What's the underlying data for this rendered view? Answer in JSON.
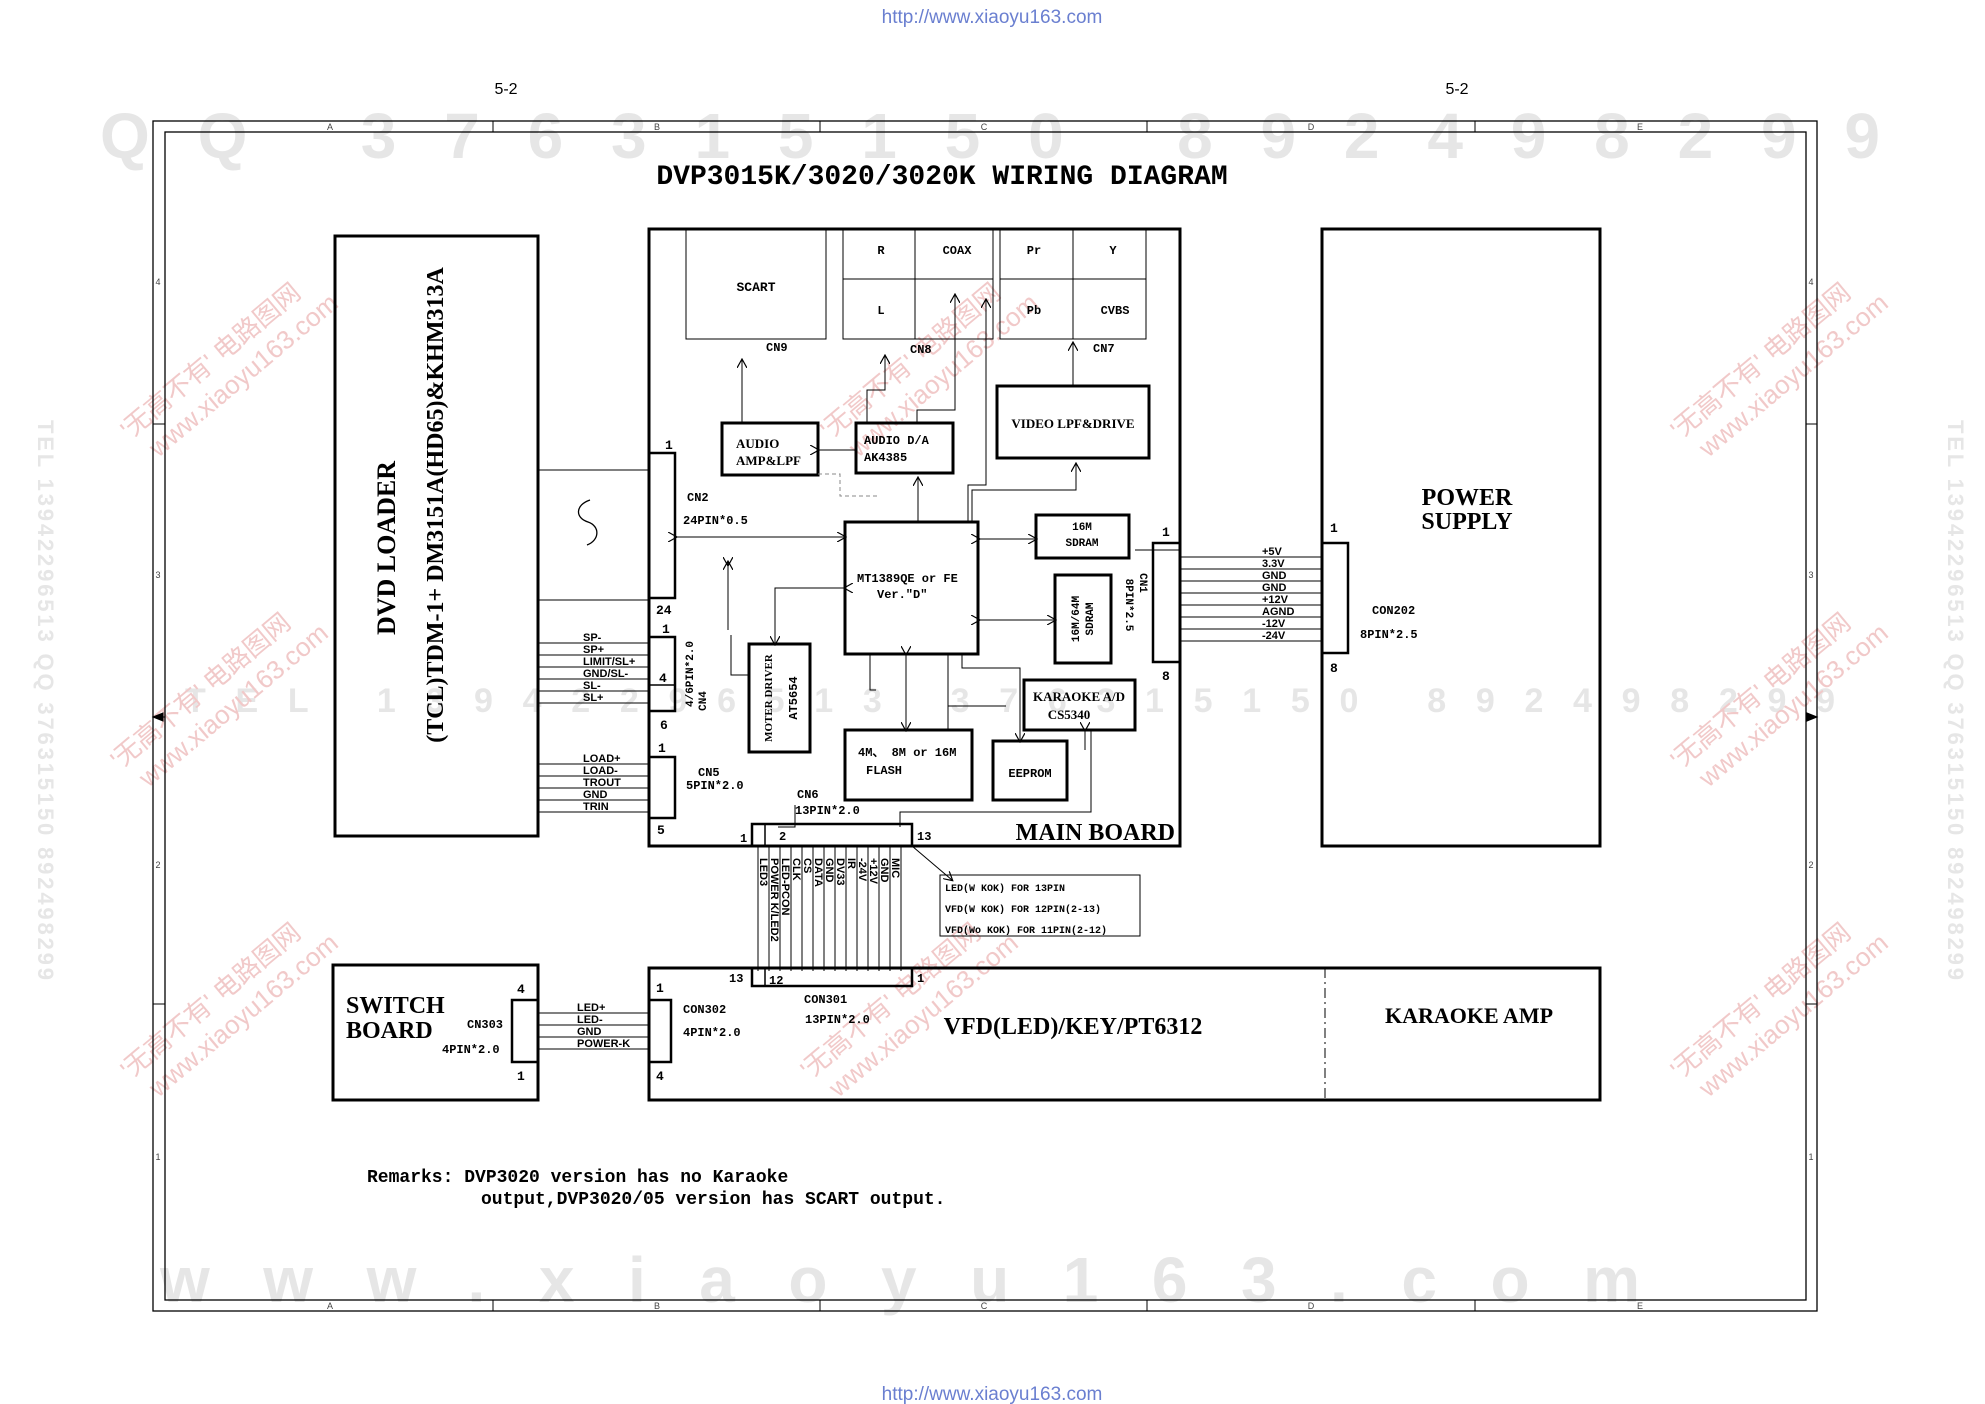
{
  "page": {
    "url_top": "http://www.xiaoyu163.com",
    "url_bottom": "http://www.xiaoyu163.com",
    "page_number_left": "5-2",
    "page_number_right": "5-2",
    "watermarks": {
      "top_row": "QQ 376315150 892498299",
      "middle_row": "TEL 13942296513 376315150 892498299",
      "bottom_row": "www.xiaoyu163.com",
      "side_left": "TEL 13942296513 QQ 376315150 892498299",
      "side_right": "TEL 13942296513 QQ 376315150 892498299",
      "stamp_line1": "'无高不有' 电路图网",
      "stamp_line2": "www.xiaoyu163.com"
    }
  },
  "frame": {
    "columns": [
      "A",
      "B",
      "C",
      "D",
      "E"
    ],
    "rows": [
      "4",
      "3",
      "2",
      "1"
    ]
  },
  "diagram": {
    "title": "DVP3015K/3020/3020K WIRING DIAGRAM",
    "dvd_loader": {
      "line1": "DVD LOADER",
      "line2": "(TCL)TDM-1+ DM3151A(HD65)&KHM313A",
      "signals_a": [
        "SP-",
        "SP+",
        "LIMIT/SL+",
        "GND/SL-",
        "SL-",
        "SL+"
      ],
      "signals_b": [
        "LOAD+",
        "LOAD-",
        "TROUT",
        "GND",
        "TRIN"
      ]
    },
    "main_board": {
      "label": "MAIN BOARD",
      "scart": "SCART",
      "cn9": "CN9",
      "cn8": "CN8",
      "cn7": "CN7",
      "jack_r": "R",
      "jack_coax": "COAX",
      "jack_l": "L",
      "jack_pr": "Pr",
      "jack_y": "Y",
      "jack_pb": "Pb",
      "jack_cvbs": "CVBS",
      "audio_amp_line1": "AUDIO",
      "audio_amp_line2": "AMP&LPF",
      "audio_da_line1": "AUDIO D/A",
      "audio_da_line2": "AK4385",
      "video_lpf": "VIDEO LPF&DRIVE",
      "mpeg_line1": "MT1389QE or FE",
      "mpeg_line2": "Ver.\"D\"",
      "sdram16_line1": "16M",
      "sdram16_line2": "SDRAM",
      "sdram64_line1": "16M/64M",
      "sdram64_line2": "SDRAM",
      "motor_line1": "MOTER DRIVER",
      "motor_line2": "AT5654",
      "karaoke_ad_line1": "KARAOKE A/D",
      "karaoke_ad_line2": "CS5340",
      "flash_line1": "4M、 8M or 16M",
      "flash_line2": "FLASH",
      "eeprom": "EEPROM",
      "cn2_name": "CN2",
      "cn2_spec": "24PIN*0.5",
      "cn2_pin_first": "1",
      "cn2_pin_last": "24",
      "cn4_label": "4/6PIN*2.0",
      "cn4_name": "CN4",
      "cn4_pin_1": "1",
      "cn4_pin_4": "4",
      "cn4_pin_6": "6",
      "cn5_name": "CN5",
      "cn5_spec": "5PIN*2.0",
      "cn5_pin_first": "1",
      "cn5_pin_last": "5",
      "cn6_name": "CN6",
      "cn6_spec": "13PIN*2.0",
      "cn6_pin_1": "1",
      "cn6_pin_2": "2",
      "cn6_pin_13": "13",
      "cn1_name": "CN1",
      "cn1_spec": "8PIN*2.5",
      "cn1_pin_first": "1",
      "cn1_pin_last": "8"
    },
    "cable_signals": [
      "LED3",
      "POWER K/LED2",
      "LED-PCON",
      "CLK",
      "CS",
      "DATA",
      "GND",
      "DV33",
      "IR",
      "-24V",
      "+12V",
      "GND",
      "MIC"
    ],
    "cable_notes": [
      "LED(W KOK) FOR 13PIN",
      "VFD(W KOK) FOR 12PIN(2-13)",
      "VFD(Wo KOK) FOR 11PIN(2-12)"
    ],
    "power_supply": {
      "line1": "POWER",
      "line2": "SUPPLY",
      "con202_name": "CON202",
      "con202_spec": "8PIN*2.5",
      "pin_first": "1",
      "pin_last": "8",
      "rails": [
        "+5V",
        "3.3V",
        "GND",
        "GND",
        "+12V",
        "AGND",
        "-12V",
        "-24V"
      ]
    },
    "switch_board": {
      "line1": "SWITCH",
      "line2": "BOARD",
      "cn303_name": "CN303",
      "cn303_spec": "4PIN*2.0",
      "pin_top": "4",
      "pin_bottom": "1",
      "signals": [
        "LED+",
        "LED-",
        "GND",
        "POWER-K"
      ]
    },
    "vfd_board": {
      "label": "VFD(LED)/KEY/PT6312",
      "karaoke_amp": "KARAOKE AMP",
      "con302_name": "CON302",
      "con302_spec": "4PIN*2.0",
      "con302_pin_first": "1",
      "con302_pin_last": "4",
      "con301_name": "CON301",
      "con301_spec": "13PIN*2.0",
      "con301_pin_13": "13",
      "con301_pin_12": "12",
      "con301_pin_1": "1"
    },
    "remarks": {
      "line1": "Remarks: DVP3020 version has no Karaoke",
      "line2": "output,DVP3020/05 version has SCART output."
    }
  }
}
